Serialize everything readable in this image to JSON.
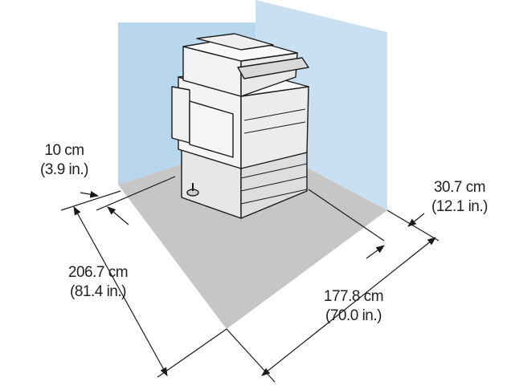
{
  "colors": {
    "wall_back": "#b8d6ec",
    "wall_right": "#c8e0f1",
    "floor": "#c6c6c6",
    "printer_body": "#f4f4f4",
    "outline": "#1a1a1a"
  },
  "dimensions": {
    "left_clearance": {
      "metric": "10 cm",
      "imperial": "(3.9 in.)"
    },
    "right_clearance": {
      "metric": "30.7 cm",
      "imperial": "(12.1 in.)"
    },
    "depth": {
      "metric": "206.7 cm",
      "imperial": "(81.4 in.)"
    },
    "width": {
      "metric": "177.8 cm",
      "imperial": "(70.0 in.)"
    }
  },
  "illustration": {
    "subject": "printer-icon"
  }
}
